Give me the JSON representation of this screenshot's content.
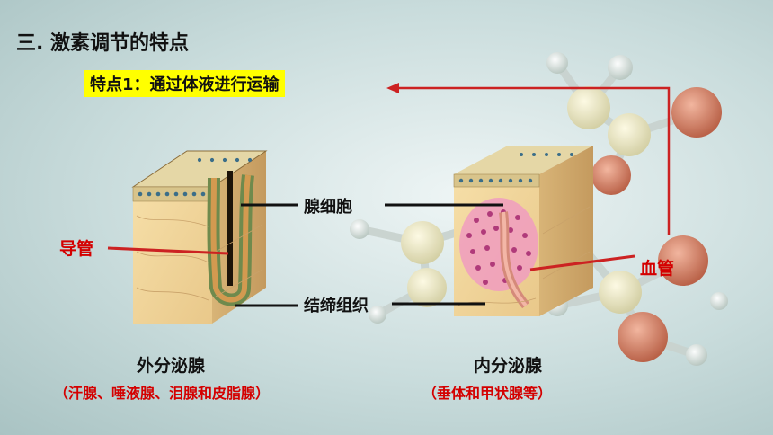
{
  "title": "三. 激素调节的特点",
  "feature": "特点1：通过体液进行运输",
  "labels": {
    "gland_cell": "腺细胞",
    "connective_tissue": "结缔组织",
    "duct": "导管",
    "blood_vessel": "血管"
  },
  "exocrine": {
    "name": "外分泌腺",
    "examples": "（汗腺、唾液腺、泪腺和皮脂腺）"
  },
  "endocrine": {
    "name": "内分泌腺",
    "examples": "（垂体和甲状腺等）"
  },
  "colors": {
    "highlight": "#ffff00",
    "label_red": "#d40000",
    "arrow_red": "#cc2222"
  }
}
